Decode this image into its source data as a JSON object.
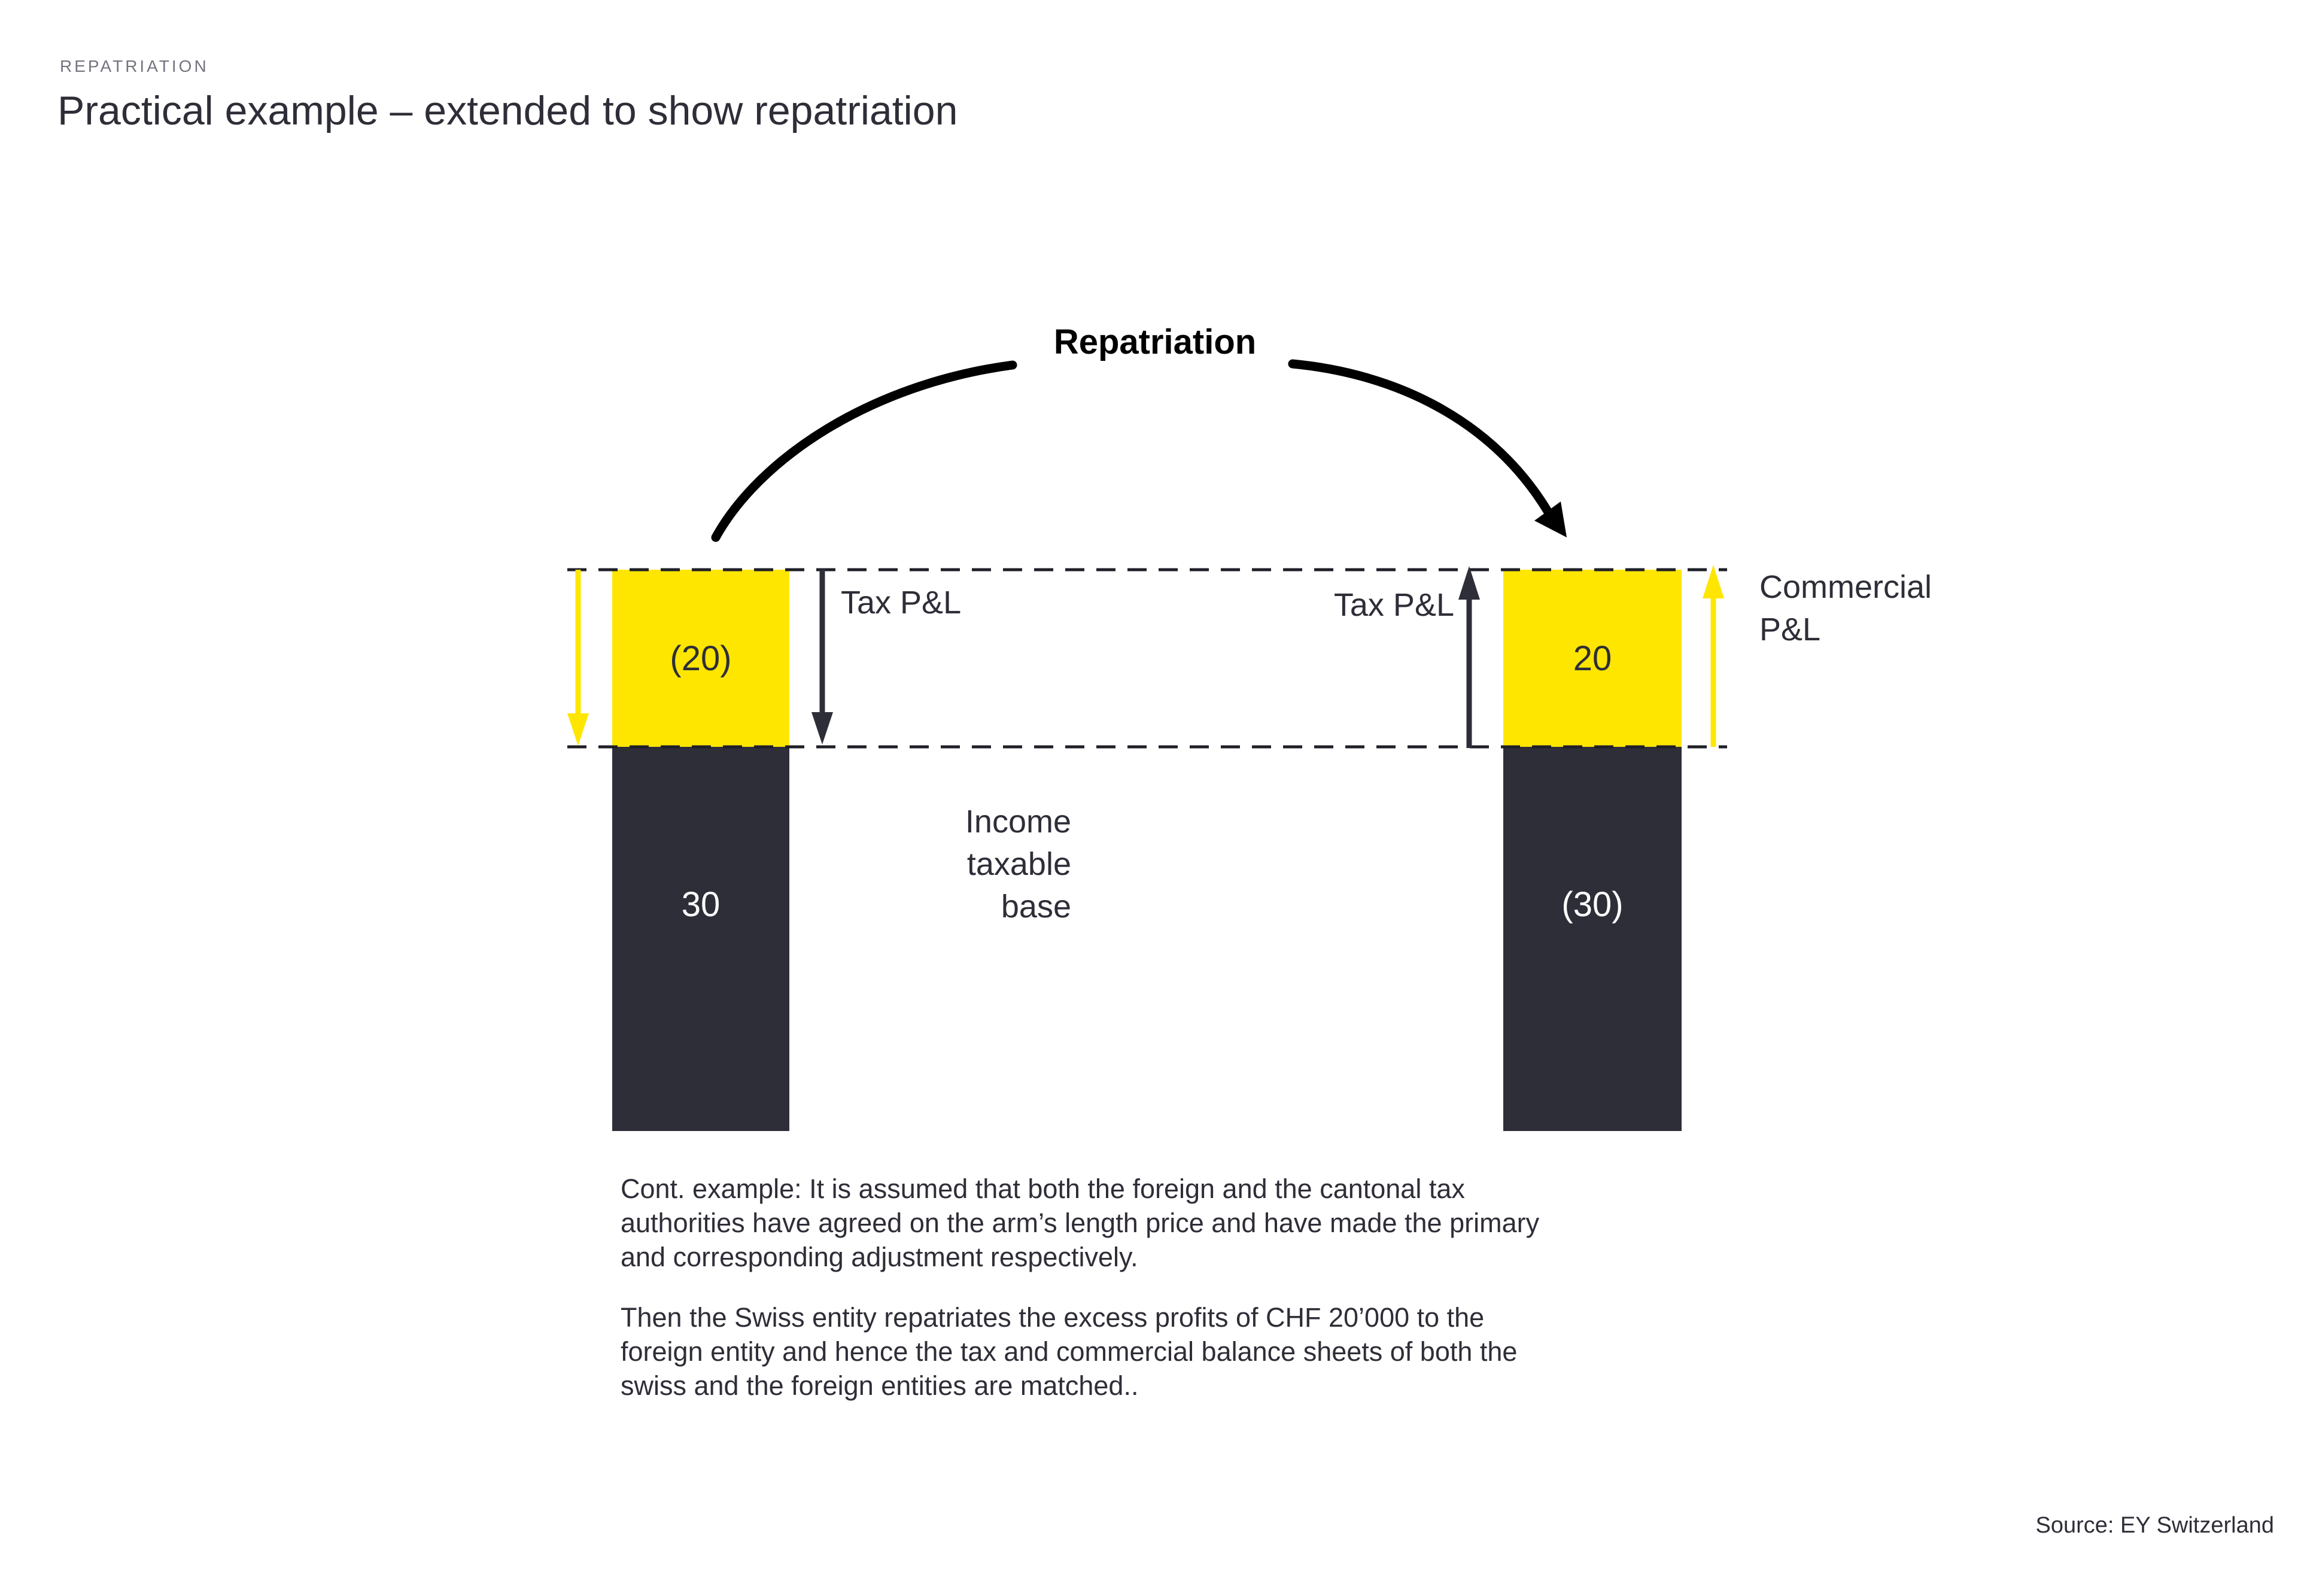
{
  "header": {
    "eyebrow": "REPATRIATION",
    "title": "Practical example – extended to show repatriation"
  },
  "diagram": {
    "repatriation_label": "Repatriation",
    "left": {
      "tax_pl_label": "Tax P&L",
      "yellow_value": "(20)",
      "dark_value": "30"
    },
    "right": {
      "tax_pl_label": "Tax P&L",
      "yellow_value": "20",
      "dark_value": "(30)",
      "commercial_label_lines": [
        "Commercial",
        "P&L"
      ]
    },
    "middle_label_lines": [
      "Income",
      "taxable",
      "base"
    ],
    "colors": {
      "yellow": "#FFE600",
      "dark": "#2E2E38",
      "black": "#000000",
      "gray": "#747480",
      "white": "#FFFFFF",
      "dash": "#1F1F28"
    }
  },
  "body": {
    "paragraph1_lines": [
      "Cont. example: It is assumed that both the foreign and the cantonal tax",
      "authorities have agreed on the arm’s length price and have made the primary",
      "and corresponding adjustment respectively."
    ],
    "paragraph2_lines": [
      "Then the Swiss entity repatriates the excess profits of CHF 20’000 to the",
      "foreign entity and hence the tax and commercial balance sheets of both the",
      "swiss and the foreign entities are matched.."
    ]
  },
  "footer": {
    "source": "Source: EY Switzerland"
  }
}
